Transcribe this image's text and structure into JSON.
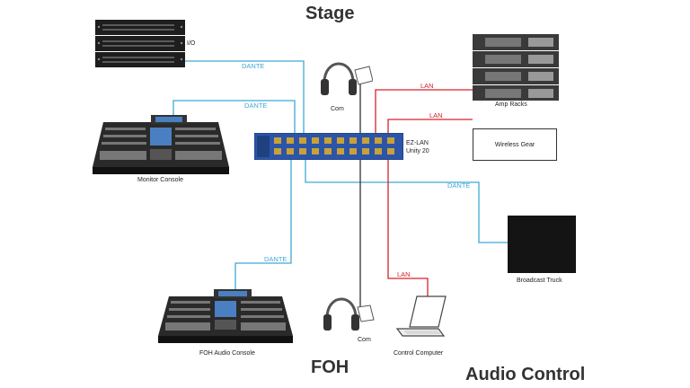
{
  "headings": {
    "stage": "Stage",
    "foh": "FOH",
    "audio_control": "Audio Control"
  },
  "devices": {
    "io": "I/O",
    "monitor_console": "Monitor Console",
    "switch_line1": "EZ-LAN",
    "switch_line2": "Unity 20",
    "com_top": "Com",
    "com_bottom": "Com",
    "amp_racks": "Amp Racks",
    "wireless_gear": "Wireless Gear",
    "broadcast_truck": "Broadcast Truck",
    "foh_console": "FOH Audio Console",
    "control_computer": "Control Computer"
  },
  "links": {
    "dante_io": "DANTE",
    "dante_monitor": "DANTE",
    "dante_broadcast": "DANTE",
    "dante_foh": "DANTE",
    "lan_amp": "LAN",
    "lan_wireless": "LAN",
    "lan_computer": "LAN"
  },
  "colors": {
    "dante": "#3fa9d6",
    "lan": "#d6222b",
    "com": "#333333",
    "switch_panel": "#2c55a8"
  }
}
